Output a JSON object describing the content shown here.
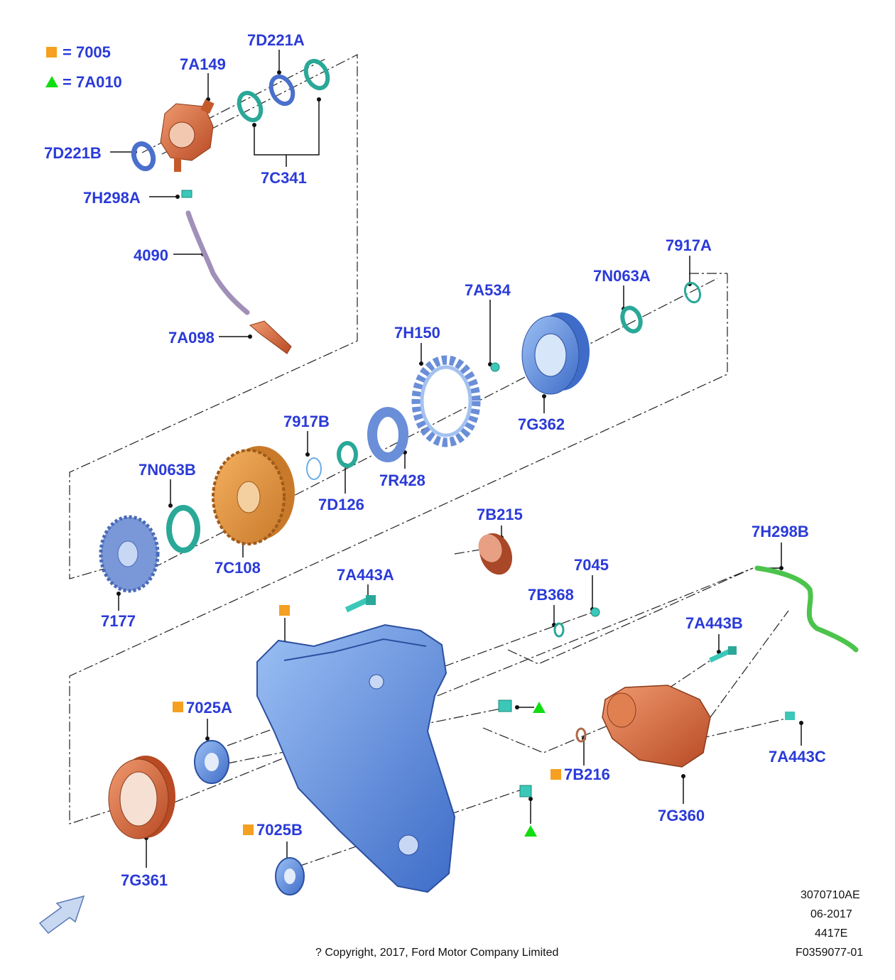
{
  "legend": [
    {
      "symbol": "orange-square",
      "text": "= 7005"
    },
    {
      "symbol": "green-triangle",
      "text": "= 7A010"
    }
  ],
  "colors": {
    "label": "#2a3ad8",
    "orange_square": "#f5a020",
    "green_triangle": "#11dd11",
    "part_orange": "#d86a3c",
    "part_blue": "#5b8ee0",
    "part_teal": "#2bb3a4",
    "part_green": "#4cc44c"
  },
  "labels": {
    "7D221A": "7D221A",
    "7A149": "7A149",
    "7D221B": "7D221B",
    "7C341": "7C341",
    "7H298A": "7H298A",
    "4090": "4090",
    "7A098": "7A098",
    "7917A": "7917A",
    "7N063A": "7N063A",
    "7A534": "7A534",
    "7H150": "7H150",
    "7G362": "7G362",
    "7917B": "7917B",
    "7N063B": "7N063B",
    "7D126": "7D126",
    "7R428": "7R428",
    "7C108": "7C108",
    "7177": "7177",
    "7B215": "7B215",
    "7H298B": "7H298B",
    "7045": "7045",
    "7A443A": "7A443A",
    "7B368": "7B368",
    "7A443B": "7A443B",
    "7025A": "7025A",
    "7B216": "7B216",
    "7A443C": "7A443C",
    "7G360": "7G360",
    "7G361": "7G361",
    "7025B": "7025B"
  },
  "footer": {
    "doc_number": "3070710AE",
    "date": "06-2017",
    "model": "4417E",
    "figure": "F0359077-01",
    "copyright": "? Copyright, 2017, Ford Motor Company Limited"
  }
}
